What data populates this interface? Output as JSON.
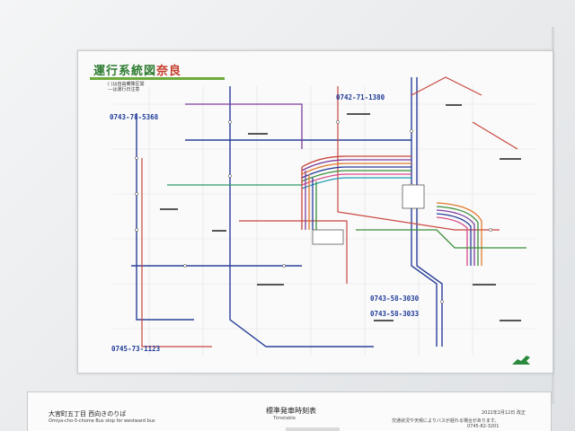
{
  "header": {
    "title_main": "運行系統図",
    "title_city": "奈良",
    "legend_lines": [
      "( )は自由乗降区間",
      "---は運行日注意"
    ]
  },
  "offices": [
    {
      "label": "0743-78-5368"
    },
    {
      "label": "0742-71-1380"
    },
    {
      "label": "0745-73-1123"
    },
    {
      "label": "0743-58-3030"
    },
    {
      "label": "0743-58-3033"
    }
  ],
  "timetable": {
    "stop_name": "大宮町五丁目 西向きのりば",
    "stop_roman": "Omiya-cho-5-chome Bus stop for westward bus",
    "title": "標準発車時刻表",
    "subtitle": "Timetable",
    "date": "2022年2月12日 改正",
    "note": "交通状況や天候によりバスが遅れる場合があります。",
    "phone": "0745-82-3201"
  },
  "colors": {
    "title_green": "#2b7a2e",
    "title_red": "#c43a2a",
    "phone_blue": "#1f3c99"
  }
}
